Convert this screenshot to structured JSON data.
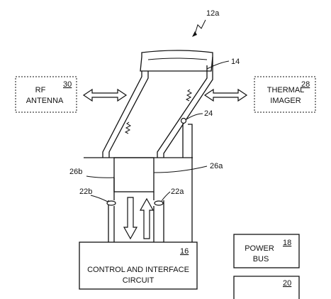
{
  "figure": {
    "ref_main": "12a",
    "ref_housing": "14",
    "ref_probe": "24",
    "ref_connector_b": "26b",
    "ref_connector_a": "26a",
    "ref_contact_b": "22b",
    "ref_contact_a": "22a"
  },
  "rf_antenna": {
    "line1": "RF",
    "line2": "ANTENNA",
    "ref": "30"
  },
  "thermal_imager": {
    "line1": "THERMAL",
    "line2": "IMAGER",
    "ref": "28"
  },
  "control_circuit": {
    "line1": "CONTROL AND INTERFACE",
    "line2": "CIRCUIT",
    "ref": "16"
  },
  "power_bus": {
    "line1": "POWER",
    "line2": "BUS",
    "ref": "18"
  },
  "lower_box": {
    "ref": "20"
  }
}
